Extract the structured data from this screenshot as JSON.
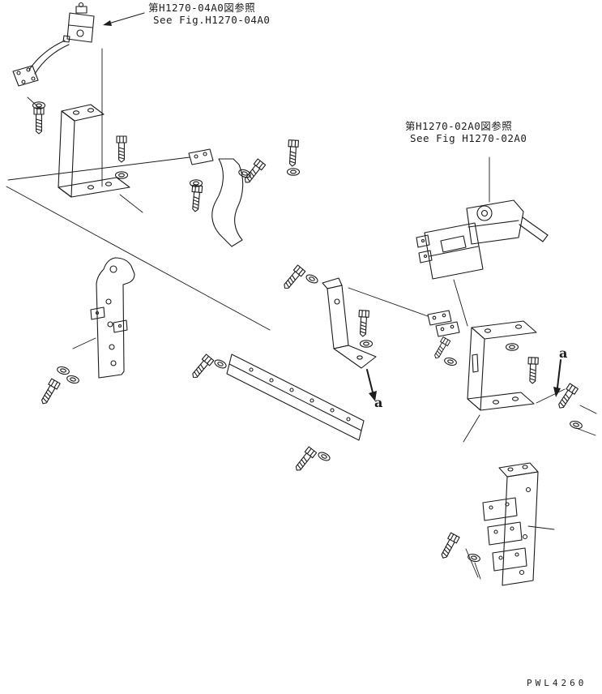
{
  "page": {
    "background": "#ffffff",
    "line_color": "#1c1c1c"
  },
  "diagram": {
    "ref_notes": [
      {
        "jp": "第H1270-04A0図参照",
        "en": "See Fig.H1270-04A0"
      },
      {
        "jp": "第H1270-02A0図参照",
        "en": "See Fig H1270-02A0"
      }
    ],
    "section_labels": [
      {
        "text": "a"
      },
      {
        "text": "a"
      }
    ],
    "drawing_number": "PWL4260"
  }
}
